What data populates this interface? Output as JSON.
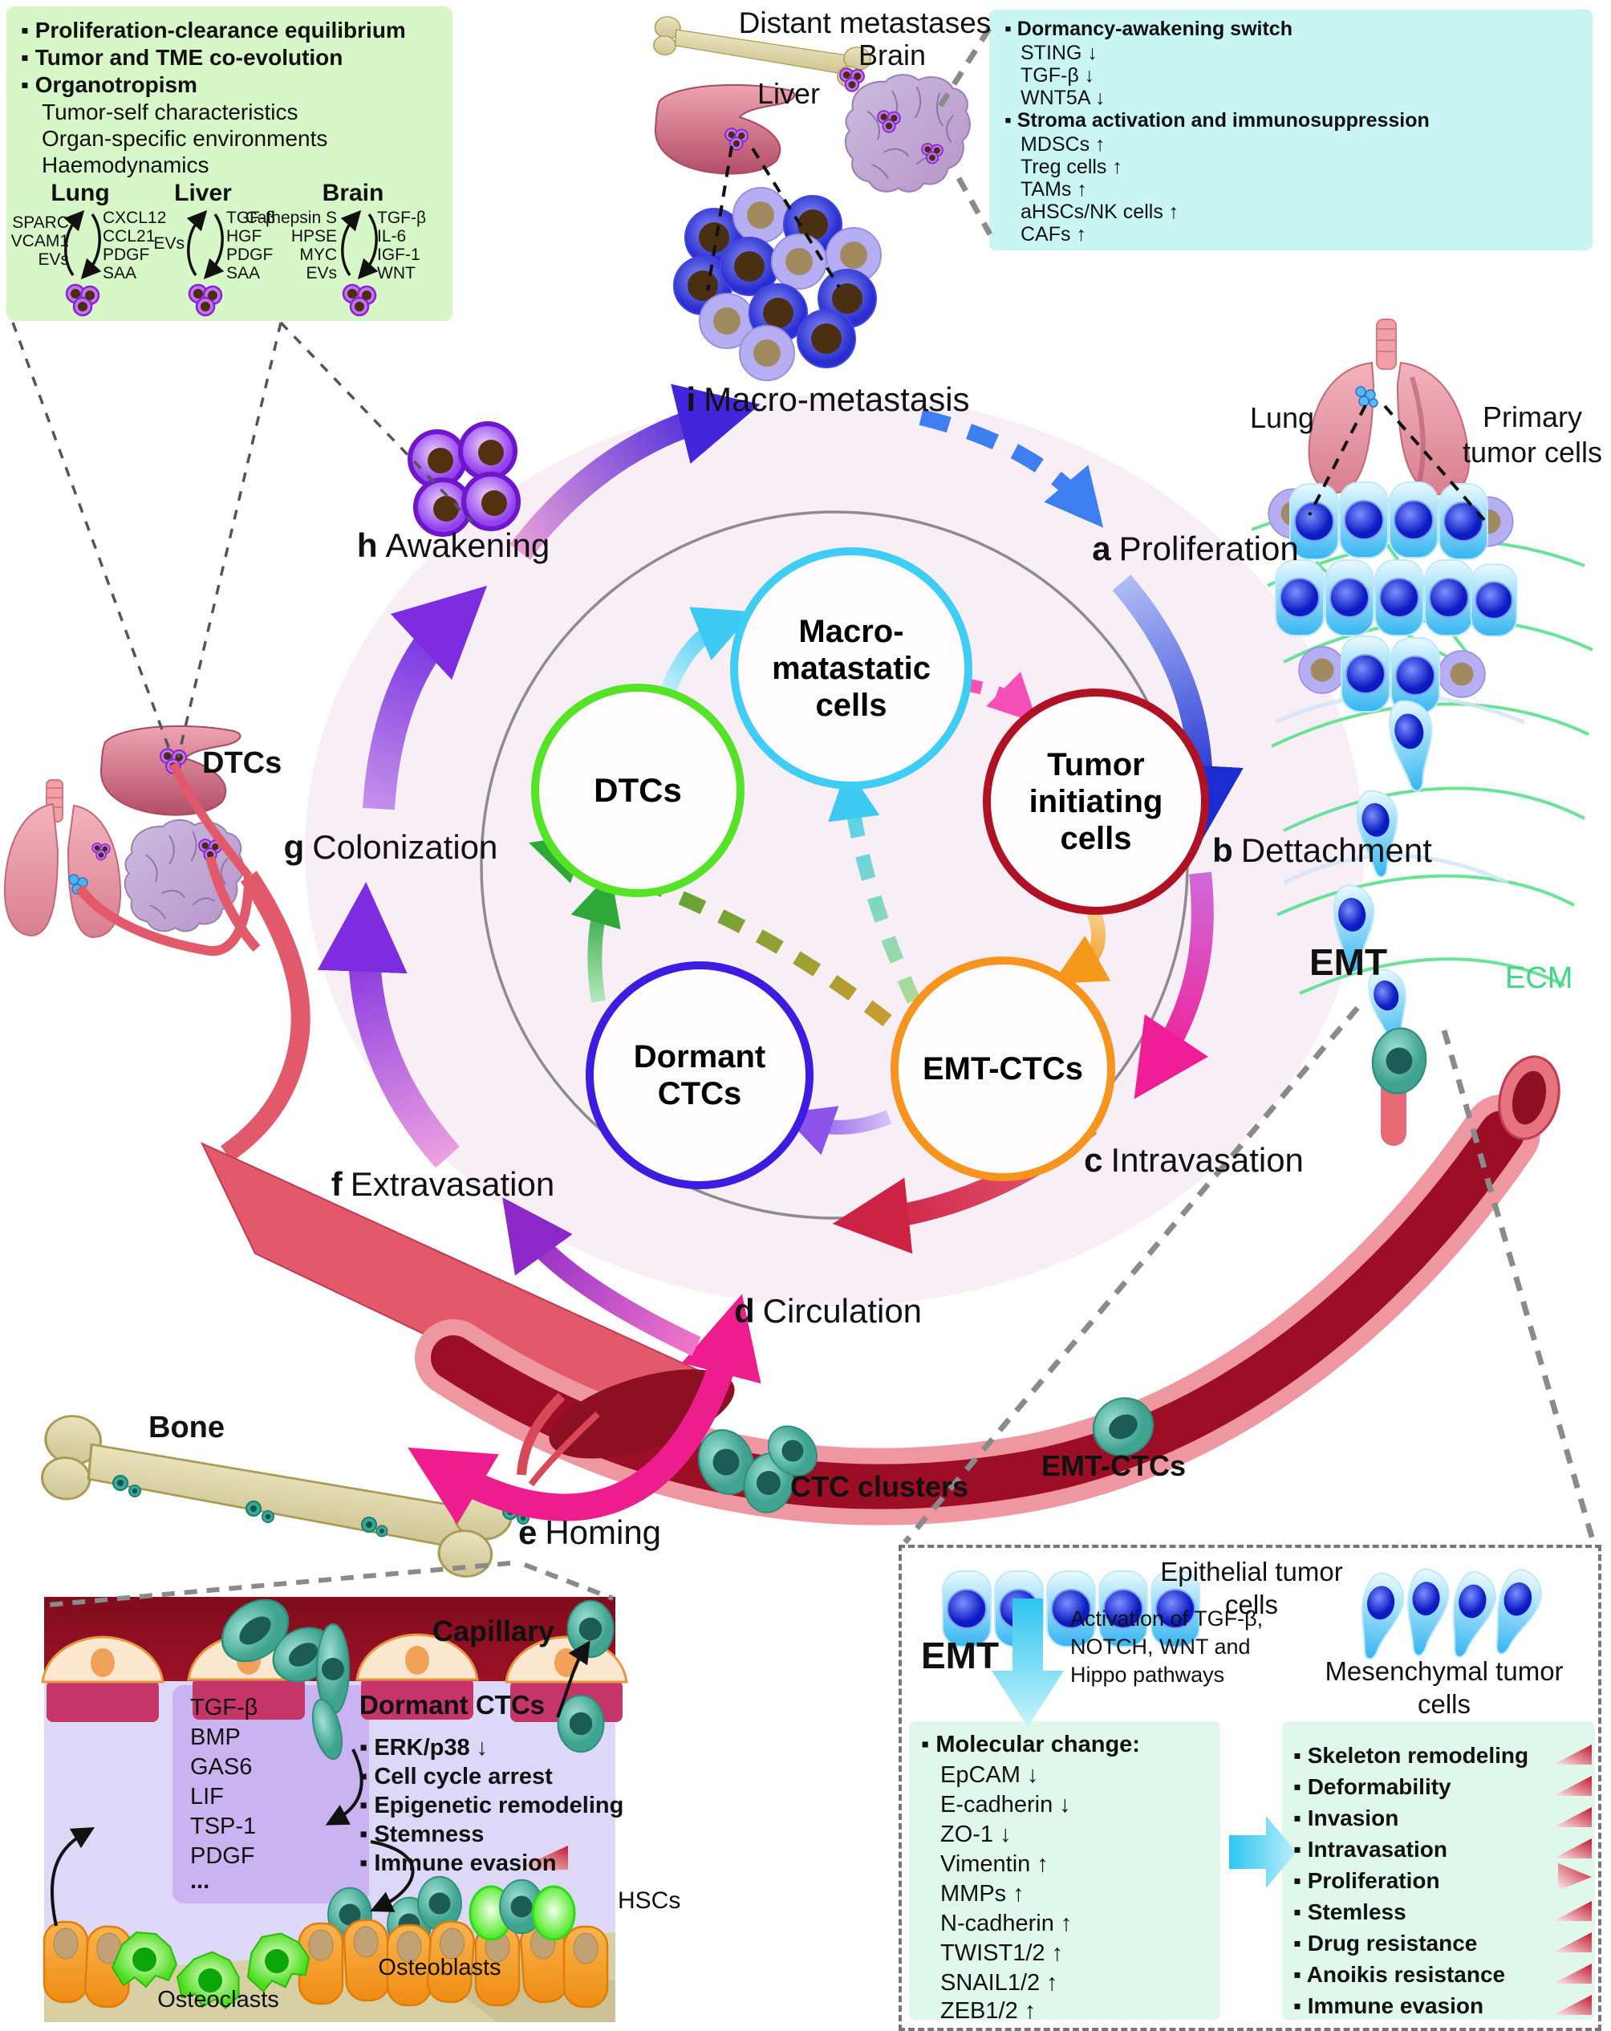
{
  "organotropism_box": {
    "bullets": [
      "▪ Proliferation-clearance equilibrium",
      "▪ Tumor and TME co-evolution",
      "▪ Organotropism"
    ],
    "sub_items": [
      "Tumor-self characteristics",
      "Organ-specific environments",
      "Haemodynamics"
    ],
    "columns": [
      {
        "name": "Lung",
        "left": [
          "SPARC",
          "VCAM1",
          "EVs"
        ],
        "right": [
          "CXCL12",
          "CCL21",
          "PDGF",
          "SAA"
        ]
      },
      {
        "name": "Liver",
        "left": [
          "EVs"
        ],
        "right": [
          "TGF-β",
          "HGF",
          "PDGF",
          "SAA"
        ]
      },
      {
        "name": "Brain",
        "left": [
          "Cathepsin S",
          "HPSE",
          "MYC",
          "EVs"
        ],
        "right": [
          "TGF-β",
          "IL-6",
          "IGF-1",
          "WNT"
        ]
      }
    ]
  },
  "dormancy_box": {
    "title1": "▪ Dormancy-awakening switch",
    "items1": [
      "STING ↓",
      "TGF-β ↓",
      "WNT5A ↓"
    ],
    "title2": "▪ Stroma activation and immunosuppression",
    "items2": [
      "MDSCs ↑",
      "Treg cells ↑",
      "TAMs ↑",
      "aHSCs/NK cells ↑",
      "CAFs ↑"
    ]
  },
  "top_labels": {
    "distant_metastases": "Distant metastases",
    "brain": "Brain",
    "liver": "Liver"
  },
  "right_labels": {
    "lung": "Lung",
    "primary_tumor_cells": "Primary tumor cells",
    "ecm": "ECM",
    "emt": "EMT"
  },
  "left_labels": {
    "dtcs": "DTCs",
    "bone": "Bone"
  },
  "vessel_labels": {
    "ctc_clusters": "CTC clusters",
    "emt_ctcs": "EMT-CTCs",
    "homing_letter": "e",
    "homing": "Homing"
  },
  "cycle": {
    "steps": [
      {
        "letter": "a",
        "label": "Proliferation"
      },
      {
        "letter": "b",
        "label": "Dettachment"
      },
      {
        "letter": "c",
        "label": "Intravasation"
      },
      {
        "letter": "d",
        "label": "Circulation"
      },
      {
        "letter": "f",
        "label": "Extravasation"
      },
      {
        "letter": "g",
        "label": "Colonization"
      },
      {
        "letter": "h",
        "label": "Awakening"
      },
      {
        "letter": "i",
        "label": "Macro-metastasis"
      }
    ],
    "nodes": [
      {
        "label": "Macro-matastatic cells",
        "color": "#3fcdf5"
      },
      {
        "label": "Tumor initiating cells",
        "color": "#b01225"
      },
      {
        "label": "EMT-CTCs",
        "color": "#f7941d"
      },
      {
        "label": "Dormant CTCs",
        "color": "#3b1ce0"
      },
      {
        "label": "DTCs",
        "color": "#55e327"
      }
    ]
  },
  "capillary_box": {
    "capillary": "Capillary",
    "ligands": [
      "TGF-β",
      "BMP",
      "GAS6",
      "LIF",
      "TSP-1",
      "PDGF",
      "..."
    ],
    "dormant_title": "Dormant CTCs",
    "bullets": [
      "▪ ERK/p38 ↓",
      "▪ Cell cycle arrest",
      "▪ Epigenetic remodeling",
      "▪ Stemness",
      "▪ Immune evasion"
    ],
    "hscs": "HSCs",
    "osteoclasts": "Osteoclasts",
    "osteoblasts": "Osteoblasts"
  },
  "emt_box": {
    "epithelial": "Epithelial tumor cells",
    "emt": "EMT",
    "activation": "Activation of TGF-β, NOTCH, WNT and Hippo pathways",
    "mesenchymal": "Mesenchymal tumor cells",
    "molecular_title": "▪ Molecular change:",
    "molecular_items": [
      "EpCAM ↓",
      "E-cadherin ↓",
      "ZO-1 ↓",
      "Vimentin ↑",
      "MMPs ↑",
      "N-cadherin ↑",
      "TWIST1/2 ↑",
      "SNAIL1/2 ↑",
      "ZEB1/2 ↑"
    ],
    "traits": [
      "▪ Skeleton remodeling",
      "▪ Deformability",
      "▪ Invasion",
      "▪ Intravasation",
      "▪ Proliferation",
      "▪ Stemless",
      "▪ Drug resistance",
      "▪ Anoikis resistance",
      "▪ Immune evasion"
    ]
  }
}
